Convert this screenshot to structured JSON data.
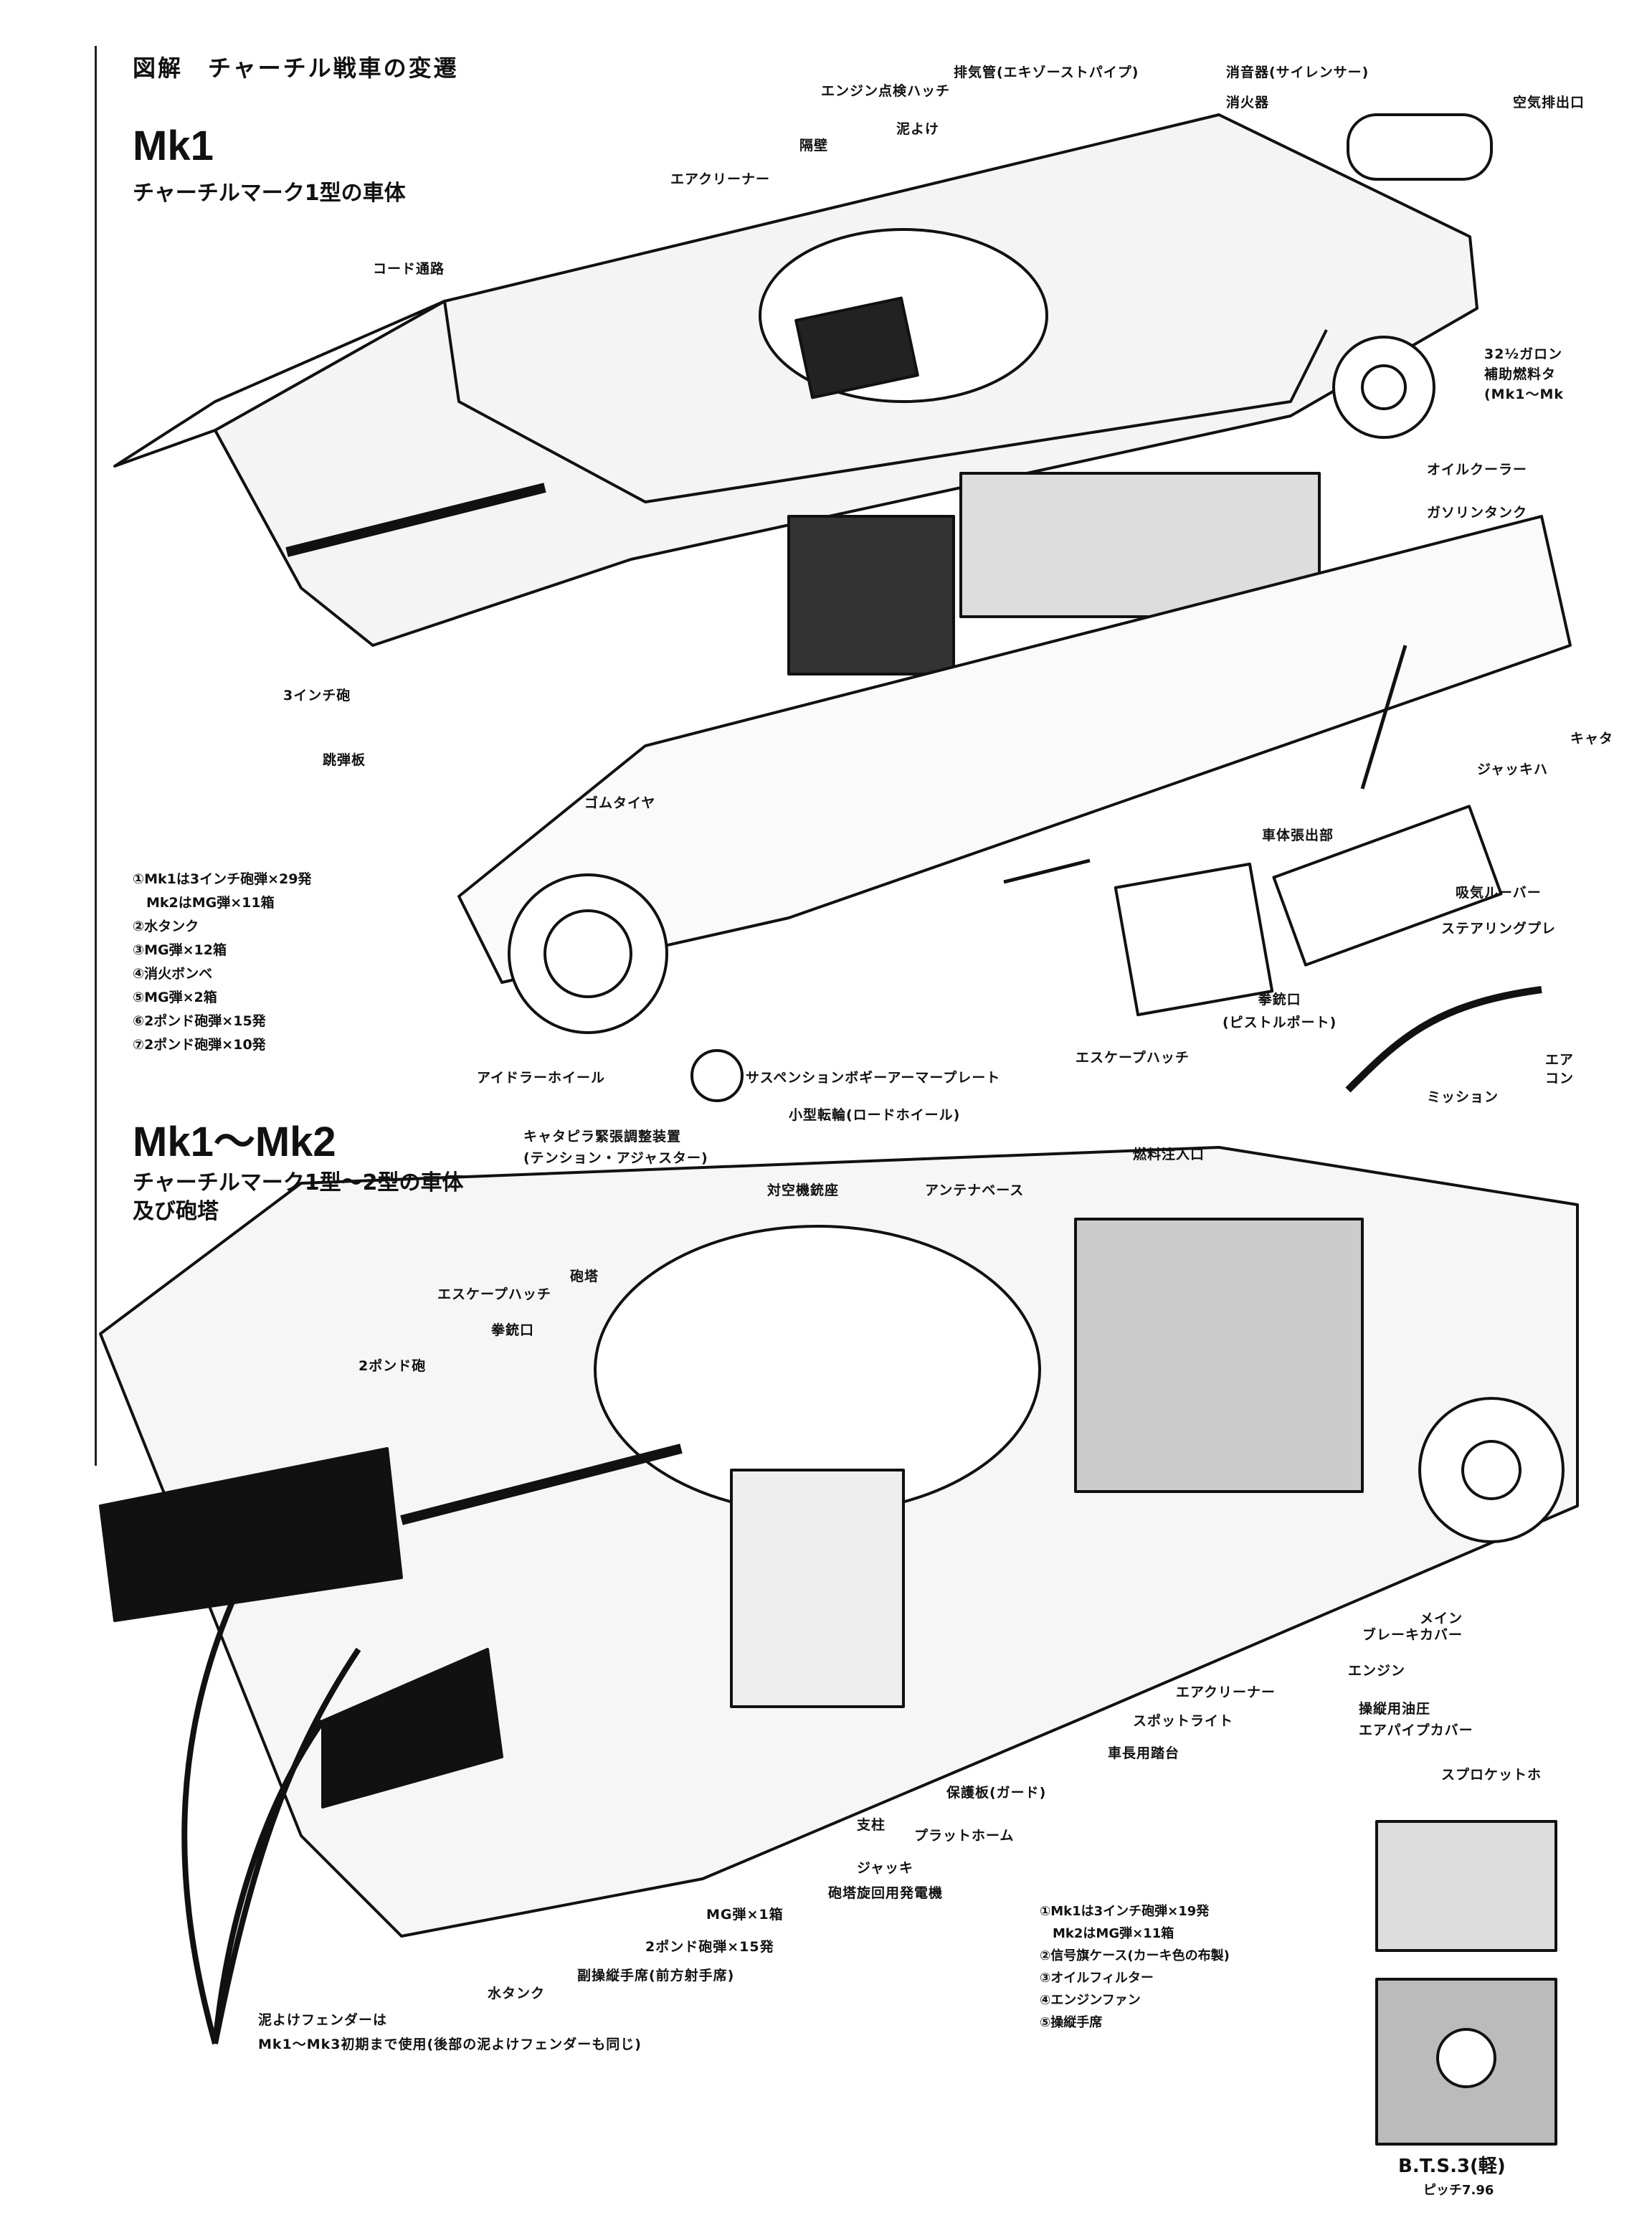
{
  "page_title": "図解　チャーチル戦車の変遷",
  "section1": {
    "heading": "Mk1",
    "subtitle": "チャーチルマーク1型の車体",
    "labels": {
      "exhaust": "排気管(エキゾーストパイプ)",
      "silencer": "消音器(サイレンサー)",
      "engine_hatch": "エンジン点検ハッチ",
      "extinguisher": "消火器",
      "air_outlet": "空気排出口",
      "mudguard": "泥よけ",
      "bulkhead": "隔壁",
      "air_cleaner": "エアクリーナー",
      "cord_path": "コード通路",
      "aux_tank": "32½ガロン\n補助燃料タ\n(Mk1〜Mk",
      "oil_cooler": "オイルクーラー",
      "gas_tank": "ガソリンタンク",
      "gun3in": "3インチ砲",
      "deflector": "跳弾板",
      "track": "キャタ",
      "jack": "ジャッキハ",
      "hull_bulge": "車体張出部",
      "intake_louver": "吸気ルーバー",
      "steering": "ステアリングプレ",
      "rubber_tire": "ゴムタイヤ",
      "pistol_port": "拳銃口\n(ピストルポート)",
      "escape_hatch": "エスケープハッチ",
      "idler": "アイドラーホイール",
      "susp_armor": "サスペンションボギーアーマープレート",
      "road_wheel": "小型転輪(ロードホイール)",
      "tensioner": "キャタピラ緊張調整装置\n(テンション・アジャスター)",
      "air_comp": "エア\nコン",
      "transmission": "ミッション"
    },
    "legend": "①Mk1は3インチ砲弾×29発\n　Mk2はMG弾×11箱\n②水タンク\n③MG弾×12箱\n④消火ボンベ\n⑤MG弾×2箱\n⑥2ポンド砲弾×15発\n⑦2ポンド砲弾×10発"
  },
  "section2": {
    "heading": "Mk1〜Mk2",
    "subtitle": "チャーチルマーク1型〜2型の車体\n及び砲塔",
    "labels": {
      "fuel_inlet": "燃料注入口",
      "aa_mount": "対空機銃座",
      "antenna": "アンテナベース",
      "turret": "砲塔",
      "escape_hatch": "エスケープハッチ",
      "pistol_port": "拳銃口",
      "gun2pdr": "2ポンド砲",
      "main": "メイン",
      "brake_cover": "ブレーキカバー",
      "engine": "エンジン",
      "air_cleaner": "エアクリーナー",
      "spotlight": "スポットライト",
      "cmd_seat": "車長用踏台",
      "hydraulic": "操縦用油圧\nエアパイプカバー",
      "sprocket": "スプロケットホ",
      "guard": "保護板(ガード)",
      "pillar": "支柱",
      "platform": "プラットホーム",
      "jack": "ジャッキ",
      "generator": "砲塔旋回用発電機",
      "mg_box": "MG弾×1箱",
      "shells_2pdr": "2ポンド砲弾×15発",
      "co_driver": "副操縦手席(前方射手席)",
      "water_tank": "水タンク",
      "fender_note": "泥よけフェンダーは\nMk1〜Mk3初期まで使用(後部の泥よけフェンダーも同じ)"
    },
    "legend": "①Mk1は3インチ砲弾×19発\n　Mk2はMG弾×11箱\n②信号旗ケース(カーキ色の布製)\n③オイルフィルター\n④エンジンファン\n⑤操縦手席"
  },
  "track_inset": {
    "label": "B.T.S.3(軽)",
    "pitch": "ピッチ7.96"
  }
}
